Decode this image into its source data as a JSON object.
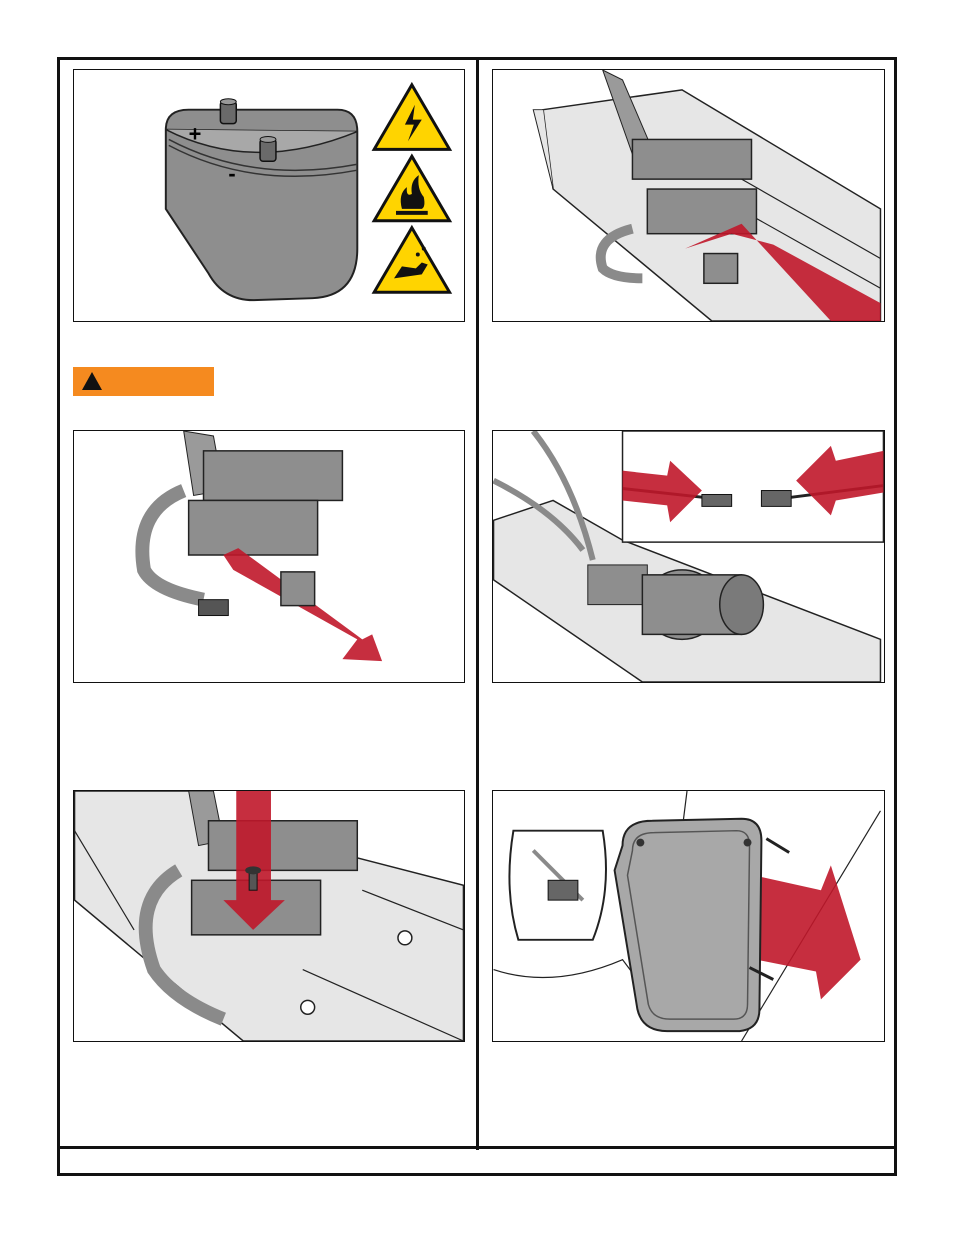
{
  "warning_banner": {
    "label": ""
  },
  "colors": {
    "accent_red": "#c0172a",
    "warning_orange": "#f58a1f",
    "hazard_yellow": "#ffd400",
    "part_gray": "#8e8e8e"
  },
  "figures": [
    {
      "id": "battery",
      "icons": [
        "battery-icon",
        "electrical-hazard-icon",
        "fire-hazard-icon",
        "corrosive-hazard-icon"
      ]
    },
    {
      "id": "relay-install",
      "icons": [
        "relay-icon",
        "arrow-icon"
      ]
    },
    {
      "id": "relay-remove",
      "icons": [
        "relay-icon",
        "arrow-icon"
      ]
    },
    {
      "id": "connector",
      "icons": [
        "connector-icon",
        "arrow-icon"
      ]
    },
    {
      "id": "screw",
      "icons": [
        "screw-icon",
        "arrow-icon"
      ]
    },
    {
      "id": "cover",
      "icons": [
        "cover-icon",
        "arrow-icon"
      ]
    }
  ]
}
